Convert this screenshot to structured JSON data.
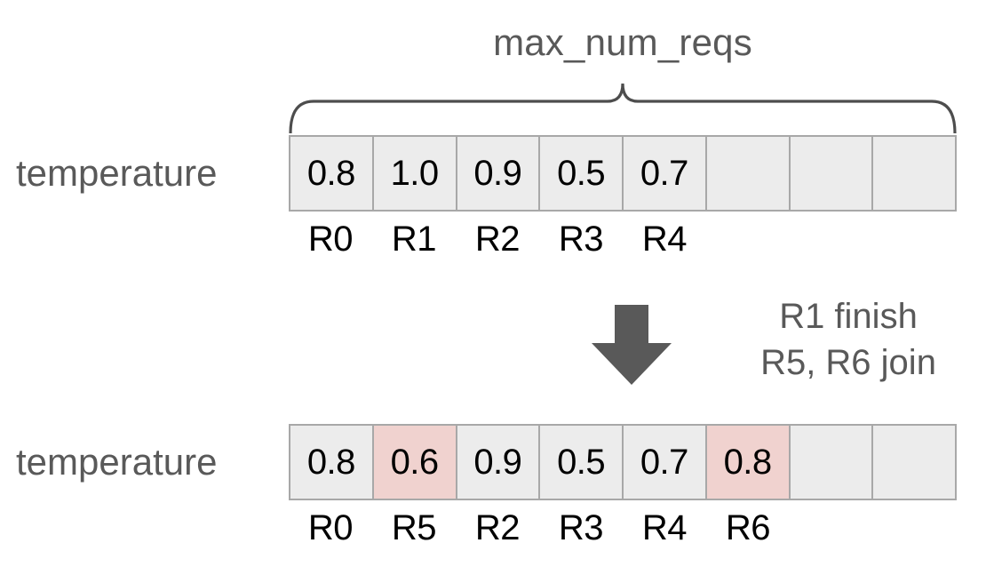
{
  "diagram": {
    "title": "max_num_reqs",
    "brace_icon": "curly-brace-icon",
    "arrow_icon": "down-arrow-icon",
    "colors": {
      "cell_fill": "#ececec",
      "cell_highlight": "#f0d2cf",
      "cell_border": "#a8a8a8",
      "label_text": "#595959",
      "value_text": "#000000",
      "arrow": "#595959"
    },
    "transition": {
      "lines": [
        "R1 finish",
        "R5, R6 join"
      ]
    },
    "rows": [
      {
        "label": "temperature",
        "capacity": 8,
        "cells": [
          {
            "value": "0.8",
            "slot": "R0",
            "highlight": false
          },
          {
            "value": "1.0",
            "slot": "R1",
            "highlight": false
          },
          {
            "value": "0.9",
            "slot": "R2",
            "highlight": false
          },
          {
            "value": "0.5",
            "slot": "R3",
            "highlight": false
          },
          {
            "value": "0.7",
            "slot": "R4",
            "highlight": false
          },
          {
            "value": "",
            "slot": "",
            "highlight": false
          },
          {
            "value": "",
            "slot": "",
            "highlight": false
          },
          {
            "value": "",
            "slot": "",
            "highlight": false
          }
        ]
      },
      {
        "label": "temperature",
        "capacity": 8,
        "cells": [
          {
            "value": "0.8",
            "slot": "R0",
            "highlight": false
          },
          {
            "value": "0.6",
            "slot": "R5",
            "highlight": true
          },
          {
            "value": "0.9",
            "slot": "R2",
            "highlight": false
          },
          {
            "value": "0.5",
            "slot": "R3",
            "highlight": false
          },
          {
            "value": "0.7",
            "slot": "R4",
            "highlight": false
          },
          {
            "value": "0.8",
            "slot": "R6",
            "highlight": true
          },
          {
            "value": "",
            "slot": "",
            "highlight": false
          },
          {
            "value": "",
            "slot": "",
            "highlight": false
          }
        ]
      }
    ]
  }
}
